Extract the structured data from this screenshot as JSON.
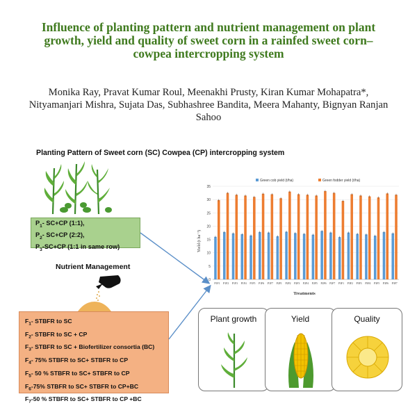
{
  "title": "Influence of planting pattern and nutrient management on plant growth, yield and quality of sweet corn in a rainfed sweet corn–cowpea intercropping system",
  "authors": "Monika Ray, Pravat Kumar Roul, Meenakhi Prusty, Kiran Kumar Mohapatra*, Nityamanjari Mishra, Sujata Das, Subhashree Bandita, Meera Mahanty, Bignyan Ranjan Sahoo",
  "planting_pattern": {
    "heading": "Planting Pattern of Sweet corn (SC) Cowpea (CP) intercropping system",
    "items": [
      {
        "code": "P",
        "sub": "1",
        "text": "- SC+CP (1:1),"
      },
      {
        "code": "P",
        "sub": "2",
        "text": "- SC+CP (2:2),"
      },
      {
        "code": "P",
        "sub": "3",
        "text": "-SC+CP (1:1 in same row)"
      }
    ]
  },
  "nutrient_management": {
    "heading": "Nutrient Management",
    "items": [
      {
        "code": "F",
        "sub": "1",
        "text": "- STBFR to SC"
      },
      {
        "code": "F",
        "sub": "2",
        "text": "- STBFR to SC + CP"
      },
      {
        "code": "F",
        "sub": "3",
        "text": "- STBFR to SC + Biofertilizer consortia (BC)"
      },
      {
        "code": "F",
        "sub": "4",
        "text": "- 75% STBFR to SC+ STBFR to CP"
      },
      {
        "code": "F",
        "sub": "5",
        "text": "- 50 % STBFR to SC+ STBFR to CP"
      },
      {
        "code": "F",
        "sub": "6",
        "text": "-75% STBFR to SC+ STBFR to CP+BC"
      },
      {
        "code": "F",
        "sub": "7",
        "text": "-50 % STBFR to SC+ STBFR to CP +BC"
      }
    ]
  },
  "outcomes": [
    {
      "label": "Plant growth",
      "icon": "corn-plant-icon"
    },
    {
      "label": "Yield",
      "icon": "corn-cob-icon"
    },
    {
      "label": "Quality",
      "icon": "corn-kernel-icon"
    }
  ],
  "colors": {
    "title_green": "#3f7a1e",
    "green_box": "#a9d18e",
    "orange_box": "#f4b183",
    "series_blue": "#5b9bd5",
    "series_orange": "#ed7d31"
  },
  "chart_data": {
    "type": "bar",
    "xlabel": "Treatments",
    "ylabel": "Yield (t ha⁻¹)",
    "ylim": [
      0,
      35
    ],
    "yticks": [
      0,
      5,
      10,
      15,
      20,
      25,
      30,
      35
    ],
    "legend_position": "top",
    "categories": [
      "P1F1",
      "P1F2",
      "P1F3",
      "P1F4",
      "P1F5",
      "P1F6",
      "P1F7",
      "P2F1",
      "P2F2",
      "P2F3",
      "P2F4",
      "P2F5",
      "P2F6",
      "P2F7",
      "P3F1",
      "P3F2",
      "P3F3",
      "P3F4",
      "P3F5",
      "P3F6",
      "P3F7"
    ],
    "series": [
      {
        "name": "Green cob yield (t/ha)",
        "color": "#5b9bd5",
        "values": [
          16.0,
          17.8,
          17.3,
          17.0,
          16.5,
          17.8,
          17.6,
          16.2,
          17.9,
          17.4,
          17.1,
          16.8,
          18.2,
          17.6,
          15.9,
          17.6,
          17.1,
          16.9,
          16.4,
          17.8,
          17.3
        ]
      },
      {
        "name": "Green fodder yield (t/ha)",
        "color": "#ed7d31",
        "values": [
          29.8,
          32.5,
          31.8,
          31.5,
          31.0,
          32.2,
          32.0,
          30.5,
          33.0,
          32.0,
          31.8,
          31.5,
          33.2,
          32.5,
          29.5,
          32.0,
          31.5,
          31.2,
          30.8,
          32.3,
          31.8
        ]
      }
    ]
  }
}
